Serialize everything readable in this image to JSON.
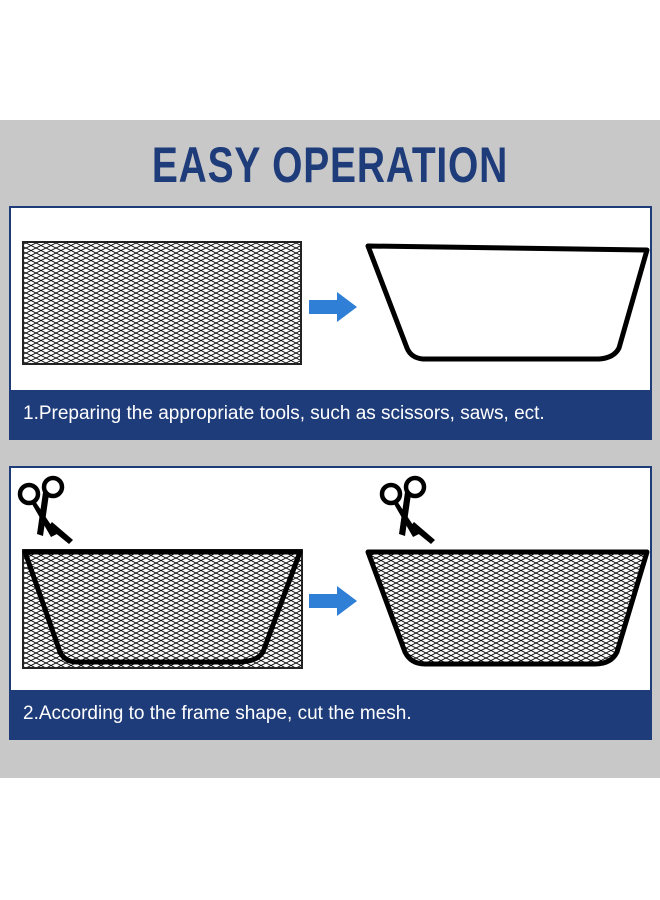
{
  "title": "EASY OPERATION",
  "colors": {
    "title": "#1f3c7a",
    "caption_bar": "#1f3c7a",
    "background": "#c8c8c8",
    "arrow": "#2f7fd6",
    "mesh": "#000000"
  },
  "steps": [
    {
      "caption": "1.Preparing the appropriate tools, such as scissors, saws, ect."
    },
    {
      "caption": "2.According to the frame shape, cut the mesh."
    }
  ],
  "icons": [
    "scissors-icon",
    "arrow-right-icon"
  ]
}
